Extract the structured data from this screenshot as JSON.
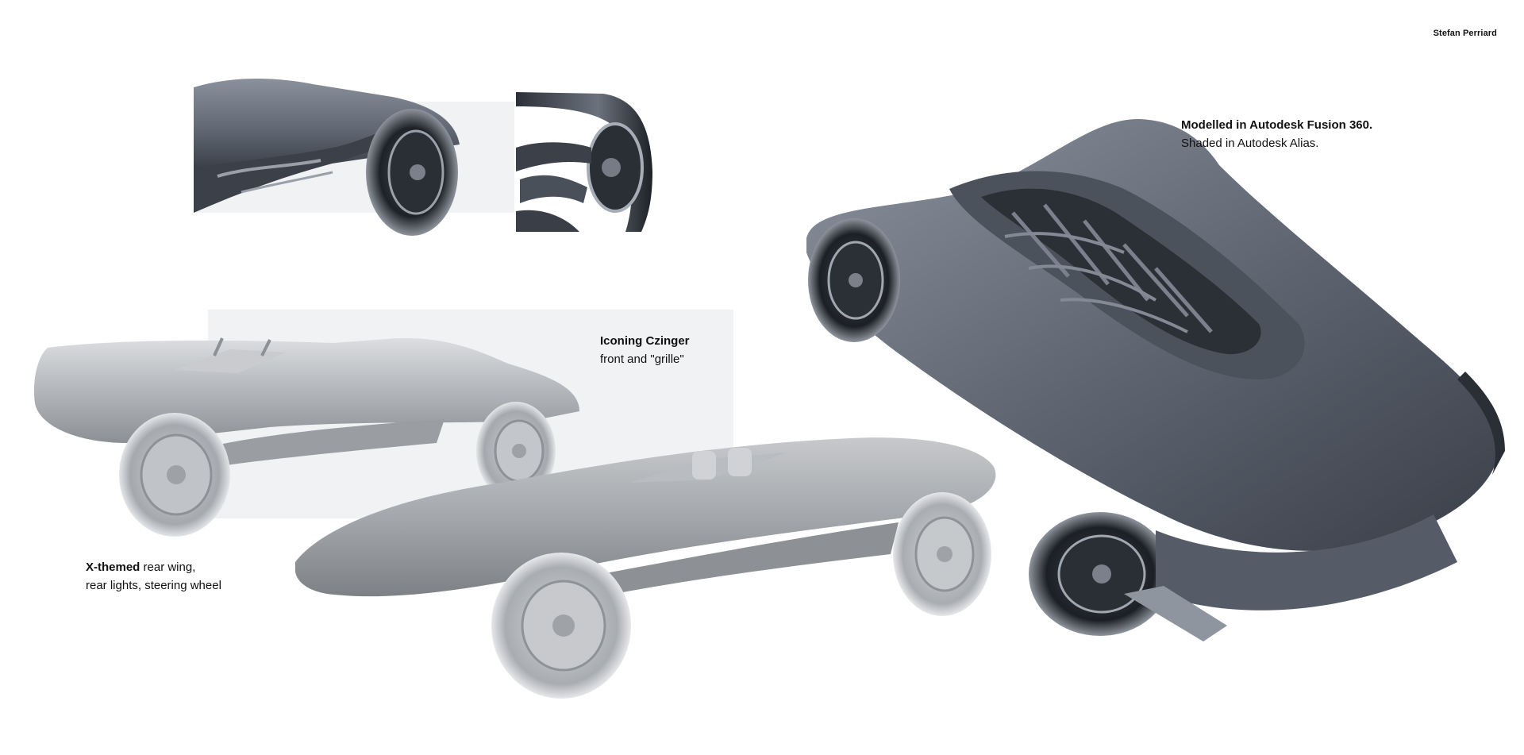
{
  "author": "Stefan Perriard",
  "captions": {
    "czinger": {
      "title": "Iconing Czinger",
      "subtitle": "front and \"grille\""
    },
    "xthemed": {
      "title": "X-themed",
      "line1_rest": " rear wing,",
      "line2": "rear lights, steering wheel"
    },
    "software": {
      "title": "Modelled in Autodesk Fusion 360.",
      "subtitle": "Shaded in Autodesk Alias."
    }
  },
  "colors": {
    "background": "#ffffff",
    "panel": "#f1f2f4",
    "dark_render": "#5c6470",
    "light_render": "#b9bcc0",
    "text": "#111111"
  }
}
